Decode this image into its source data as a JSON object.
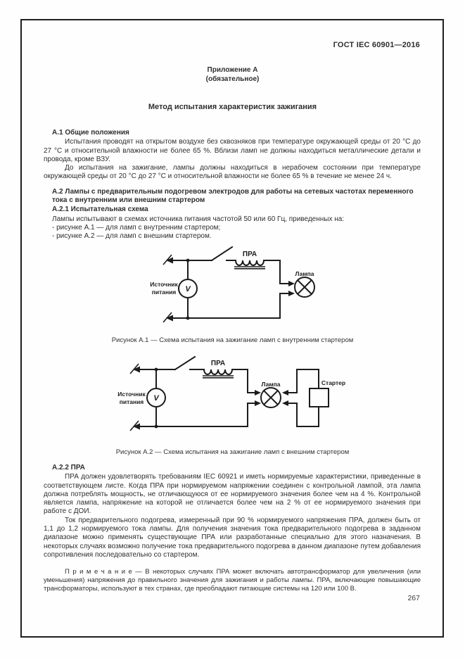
{
  "colors": {
    "ink": "#2e2e2e",
    "line": "#1c1c1c",
    "paper": "#fefefe"
  },
  "page": {
    "header_right": "ГОСТ IEC 60901—2016",
    "annex_line1": "Приложение А",
    "annex_line2": "(обязательное)",
    "title": "Метод испытания характеристик зажигания",
    "page_number": "267"
  },
  "sections": {
    "a1": {
      "heading": "А.1 Общие положения",
      "p1": "Испытания проводят на открытом воздухе без сквозняков при температуре окружающей среды от 20 °С до 27 °С и относительной влажности не более 65 %. Вблизи ламп не должны находиться металлические детали и провода, кроме ВЗУ.",
      "p2": "До испытания на зажигание, лампы должны находиться в нерабочем состоянии при температуре окружающей среды от 20 °С до 27 °С и относительной влажности не более 65 % в течение не менее 24 ч."
    },
    "a2": {
      "heading": "А.2 Лампы с предварительным подогревом электродов для работы на сетевых частотах переменного тока с внутренним или внешним стартером"
    },
    "a21": {
      "heading": "А.2.1 Испытательная схема",
      "intro": "Лампы испытывают в схемах источника питания частотой 50 или 60 Гц, приведенных на:",
      "items": [
        "- рисунке А.1 — для ламп с внутренним стартером;",
        "- рисунке А.2 — для ламп с внешним стартером."
      ]
    },
    "a22": {
      "heading": "А.2.2 ПРА",
      "p1": "ПРА должен удовлетворять требованиям IEC 60921 и иметь нормируемые характеристики, приведенные в соответствующем листе. Когда ПРА при нормируемом напряжении соединен с контрольной лампой, эта лампа должна потреблять мощность, не отличающуюся от ее нормируемого значения более чем на 4 %. Контрольной является лампа, напряжение на которой не отличается более чем на 2 % от ее нормируемого значения при работе с ДОИ.",
      "p2": "Ток предварительного подогрева, измеренный при 90 % нормируемого напряжения ПРА, должен быть от 1,1 до 1,2 нормируемого тока лампы. Для получения значения тока предварительного подогрева в заданном диапазоне можно применять существующие ПРА или разработанные специально для этого назначения. В некоторых случаях возможно получение тока предварительного подогрева в данном диапазоне путем добавления сопротивления последовательно со стартером.",
      "note": "П р и м е ч а н и е — В некоторых случаях ПРА может включать автотрансформатор для увеличения (или уменьшения) напряжения до правильного значения для зажигания и работы лампы. ПРА, включающие повышающие трансформаторы, используют в тех странах, где преобладают питающие системы на 120 или 100 В."
    }
  },
  "figures": {
    "fig1": {
      "caption": "Рисунок А.1 — Схема испытания на зажигание ламп с внутренним стартером",
      "labels": {
        "source_line1": "Источник",
        "source_line2": "питания",
        "voltmeter": "V",
        "ballast": "ПРА",
        "lamp": "Лампа"
      }
    },
    "fig2": {
      "caption": "Рисунок А.2 — Схема испытания на зажигание ламп с внешним стартером",
      "labels": {
        "source_line1": "Источник",
        "source_line2": "питания",
        "voltmeter": "V",
        "ballast": "ПРА",
        "lamp": "Лампа",
        "starter": "Стартер"
      }
    }
  }
}
